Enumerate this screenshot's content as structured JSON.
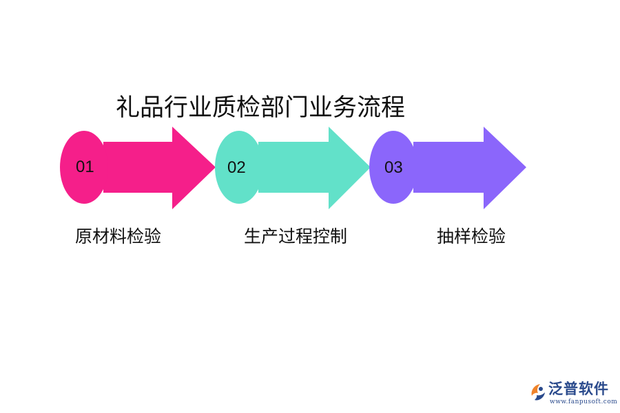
{
  "title": "礼品行业质检部门业务流程",
  "steps": [
    {
      "number": "01",
      "label": "原材料检验",
      "color": "#f51f8a"
    },
    {
      "number": "02",
      "label": "生产过程控制",
      "color": "#62e1c9"
    },
    {
      "number": "03",
      "label": "抽样检验",
      "color": "#8b66fb"
    }
  ],
  "watermark": {
    "brand": "泛普软件",
    "url": "www.fanpusoft.com"
  }
}
